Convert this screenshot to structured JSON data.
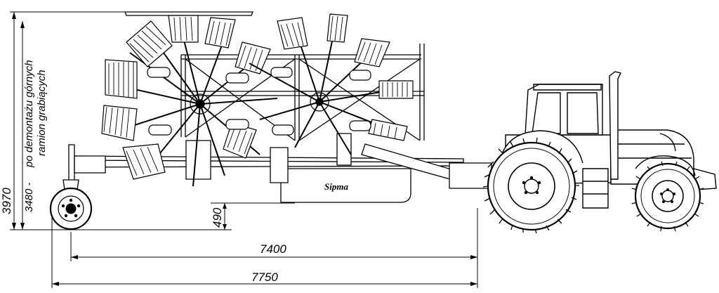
{
  "dimensions": {
    "length_total": "7750",
    "length_wheelbase": "7400",
    "height_total": "3970",
    "height_reduced": "3480 -",
    "height_note_line1": "po demontażu górnych",
    "height_note_line2": "ramion grabiących",
    "ground_clearance": "490"
  },
  "logo_text": "Sipma"
}
